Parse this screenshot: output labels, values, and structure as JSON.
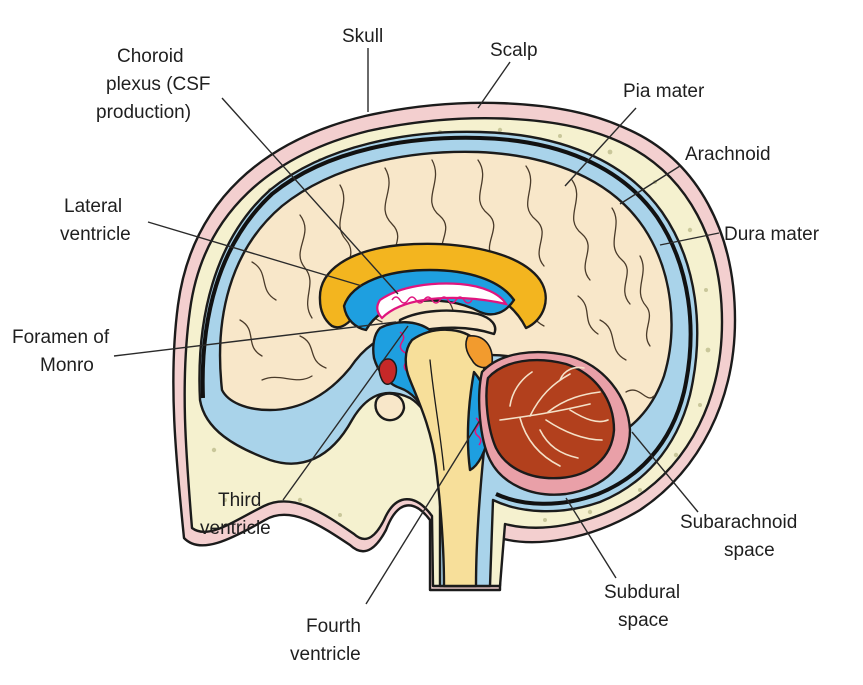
{
  "labels": {
    "skull": "Skull",
    "scalp": "Scalp",
    "choroid_1": "Choroid",
    "choroid_2": "plexus (CSF",
    "choroid_3": "production)",
    "pia_mater": "Pia mater",
    "arachnoid": "Arachnoid",
    "dura_mater": "Dura mater",
    "lateral_1": "Lateral",
    "lateral_2": "ventricle",
    "foramen_1": "Foramen of",
    "foramen_2": "Monro",
    "third_1": "Third",
    "third_2": "ventricle",
    "fourth_1": "Fourth",
    "fourth_2": "ventricle",
    "subarachnoid_1": "Subarachnoid",
    "subarachnoid_2": "space",
    "subdural_1": "Subdural",
    "subdural_2": "space"
  },
  "colors": {
    "scalp": "#f3cfcf",
    "skull": "#f5f1cf",
    "csf": "#a9d3ea",
    "cerebrum": "#f8e7c9",
    "corpus_callosum": "#f3b51f",
    "ventricle": "#1e9fe0",
    "choroid_plexus": "#e0157f",
    "cerebellum": "#b2401d",
    "cerebellum_cortex": "#e9a0a8",
    "brainstem": "#f7df9a"
  }
}
